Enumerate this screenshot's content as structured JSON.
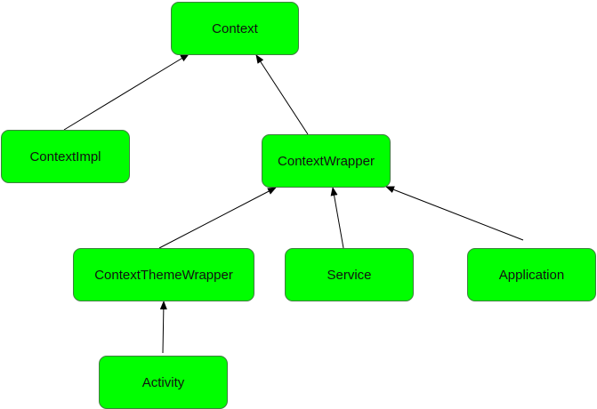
{
  "diagram": {
    "fill_color": "#00ff00",
    "edge_color": "#000000",
    "nodes": {
      "context": "Context",
      "context_impl": "ContextImpl",
      "context_wrapper": "ContextWrapper",
      "context_theme_wrapper": "ContextThemeWrapper",
      "service": "Service",
      "application": "Application",
      "activity": "Activity"
    },
    "edges": [
      {
        "from": "context_impl",
        "to": "context"
      },
      {
        "from": "context_wrapper",
        "to": "context"
      },
      {
        "from": "context_theme_wrapper",
        "to": "context_wrapper"
      },
      {
        "from": "service",
        "to": "context_wrapper"
      },
      {
        "from": "application",
        "to": "context_wrapper"
      },
      {
        "from": "activity",
        "to": "context_theme_wrapper"
      }
    ]
  }
}
